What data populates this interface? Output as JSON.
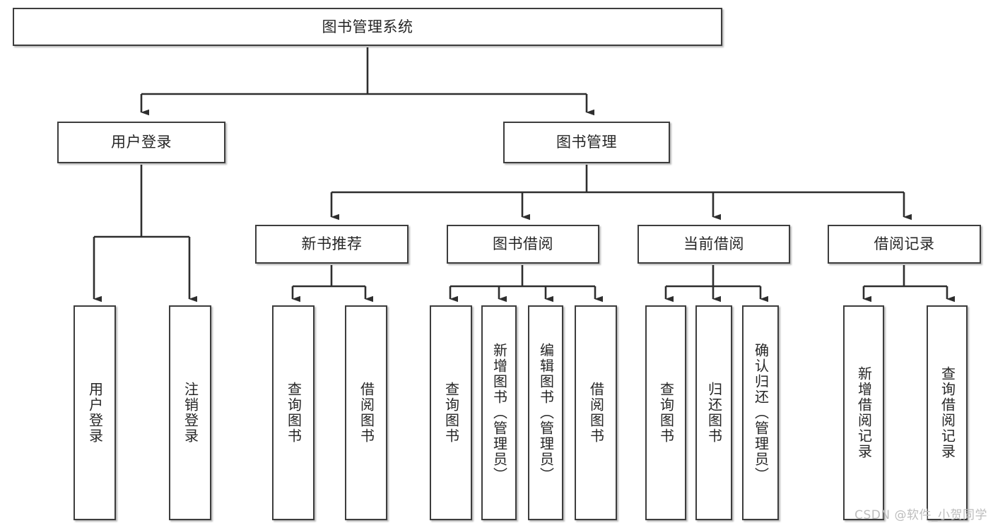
{
  "diagram": {
    "title": "图书管理系统",
    "type": "tree",
    "colors": {
      "border": "#3d3d3d",
      "text": "#262626",
      "background": "#ffffff",
      "connector": "#2e2e2e",
      "watermark": "#bdbdbd"
    },
    "nodes": {
      "root": {
        "label": "图书管理系统"
      },
      "level1": [
        {
          "id": "user-login",
          "label": "用户登录"
        },
        {
          "id": "book-manage",
          "label": "图书管理"
        }
      ],
      "level2": [
        {
          "id": "new-book-recommend",
          "label": "新书推荐"
        },
        {
          "id": "book-borrow",
          "label": "图书借阅"
        },
        {
          "id": "current-borrow",
          "label": "当前借阅"
        },
        {
          "id": "borrow-record",
          "label": "借阅记录"
        }
      ],
      "leaves": {
        "user_login": [
          {
            "id": "leaf-user-login",
            "label": "用户登录"
          },
          {
            "id": "leaf-logout-login",
            "label": "注销登录"
          }
        ],
        "new_book_recommend": [
          {
            "id": "leaf-query-book-1",
            "label": "查询图书"
          },
          {
            "id": "leaf-borrow-book-1",
            "label": "借阅图书"
          }
        ],
        "book_borrow": [
          {
            "id": "leaf-query-book-2",
            "label": "查询图书"
          },
          {
            "id": "leaf-add-book",
            "label": "新增图书（管理员）"
          },
          {
            "id": "leaf-edit-book",
            "label": "编辑图书（管理员）"
          },
          {
            "id": "leaf-borrow-book-2",
            "label": "借阅图书"
          }
        ],
        "current_borrow": [
          {
            "id": "leaf-query-book-3",
            "label": "查询图书"
          },
          {
            "id": "leaf-return-book",
            "label": "归还图书"
          },
          {
            "id": "leaf-confirm-return",
            "label": "确认归还（管理员）"
          }
        ],
        "borrow_record": [
          {
            "id": "leaf-add-record",
            "label": "新增借阅记录"
          },
          {
            "id": "leaf-query-record",
            "label": "查询借阅记录"
          }
        ]
      }
    }
  },
  "watermark": {
    "text": "CSDN @软件_小贺同学"
  }
}
